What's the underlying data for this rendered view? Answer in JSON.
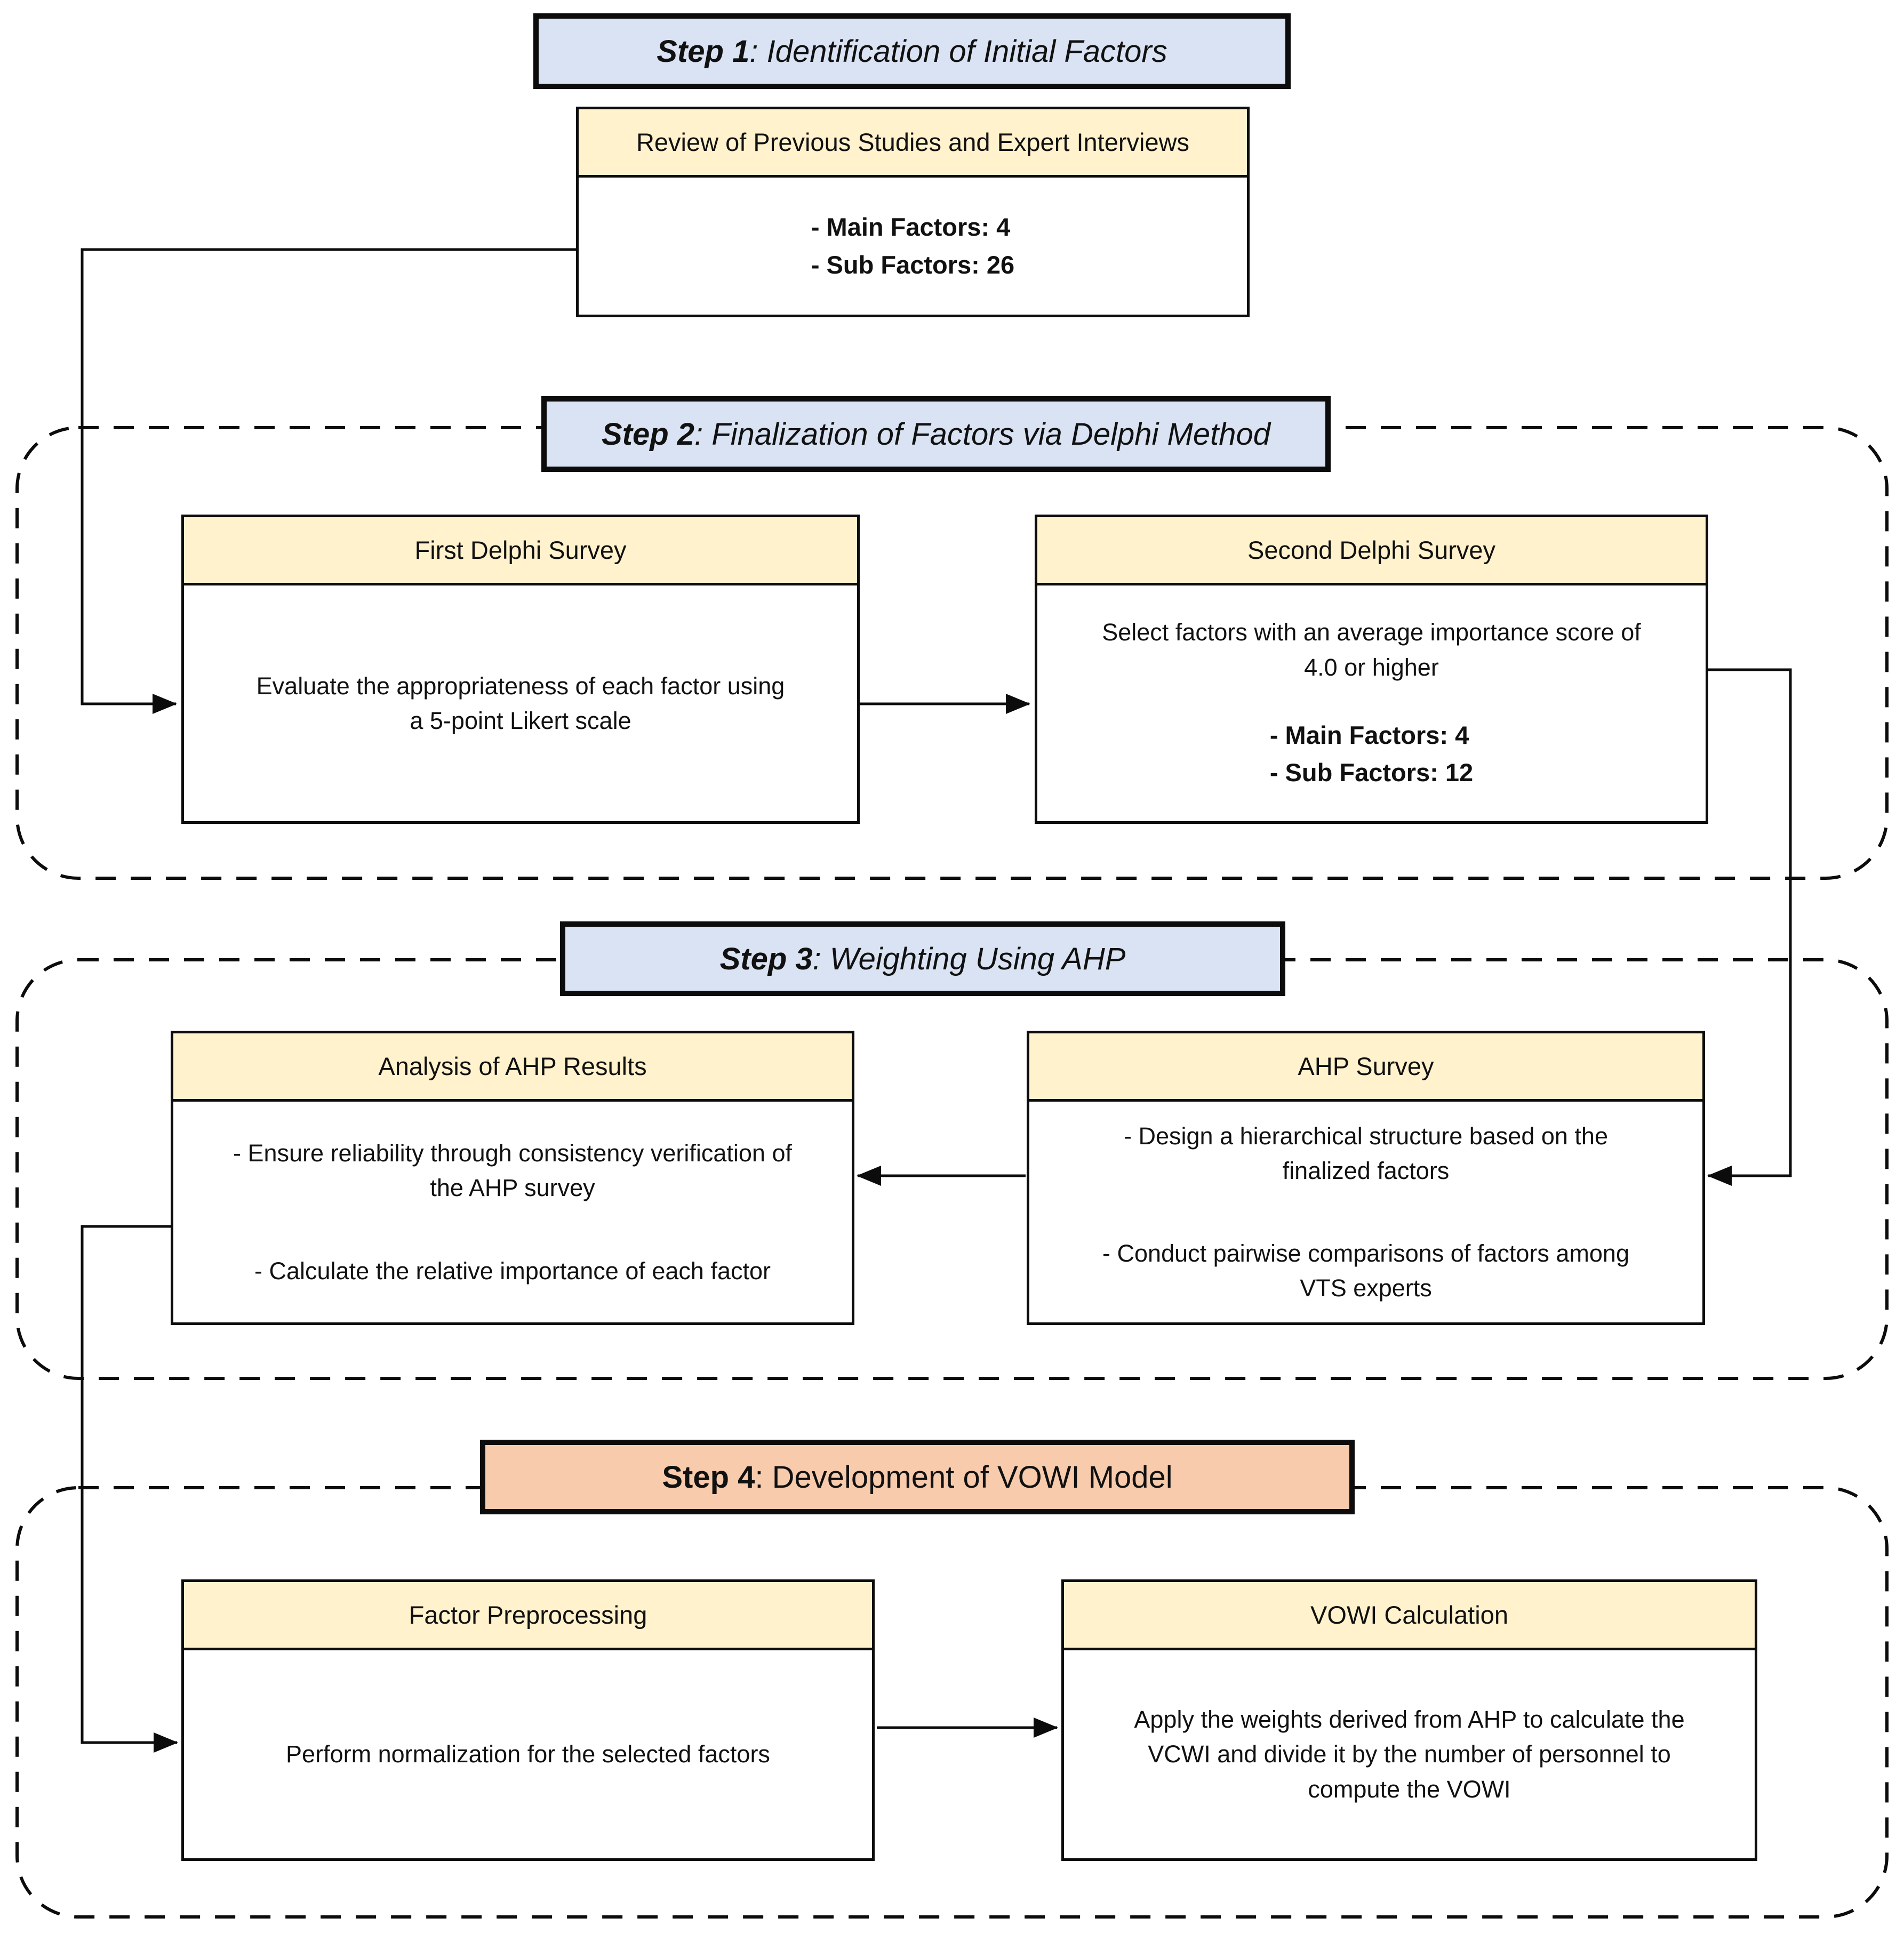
{
  "colors": {
    "step_header_blue": "#dae3f3",
    "step_header_orange": "#f8cbad",
    "box_header_yellow": "#fff2cc",
    "border_black": "#0c0c0c",
    "background": "#ffffff"
  },
  "steps": [
    {
      "label": "Step 1",
      "title": ": Identification of Initial Factors",
      "boxes": [
        {
          "header": "Review of Previous Studies and Expert Interviews",
          "stats": [
            "- Main Factors: 4",
            "- Sub Factors: 26"
          ]
        }
      ]
    },
    {
      "label": "Step 2",
      "title": ": Finalization of Factors via Delphi Method",
      "boxes": [
        {
          "header": "First Delphi Survey",
          "body": "Evaluate the appropriateness of each factor using\na 5-point Likert scale"
        },
        {
          "header": "Second Delphi Survey",
          "body": "Select factors with an average importance score of\n4.0 or higher",
          "stats": [
            "- Main Factors: 4",
            "- Sub Factors: 12"
          ]
        }
      ]
    },
    {
      "label": "Step 3",
      "title": ": Weighting Using AHP",
      "boxes": [
        {
          "header": "Analysis of AHP Results",
          "bullets": [
            "- Ensure reliability through consistency verification of\nthe AHP survey",
            "-  Calculate the relative importance of each factor"
          ]
        },
        {
          "header": "AHP Survey",
          "bullets": [
            "- Design a hierarchical structure based on the\nfinalized factors",
            "- Conduct pairwise comparisons of factors among\nVTS experts"
          ]
        }
      ]
    },
    {
      "label": "Step 4",
      "title": ": Development of VOWI Model",
      "boxes": [
        {
          "header": "Factor Preprocessing",
          "body": "Perform normalization for the selected factors"
        },
        {
          "header": "VOWI Calculation",
          "body": "Apply the weights derived from AHP to calculate the\nVCWI and divide it by the number of personnel to\ncompute the VOWI"
        }
      ]
    }
  ]
}
